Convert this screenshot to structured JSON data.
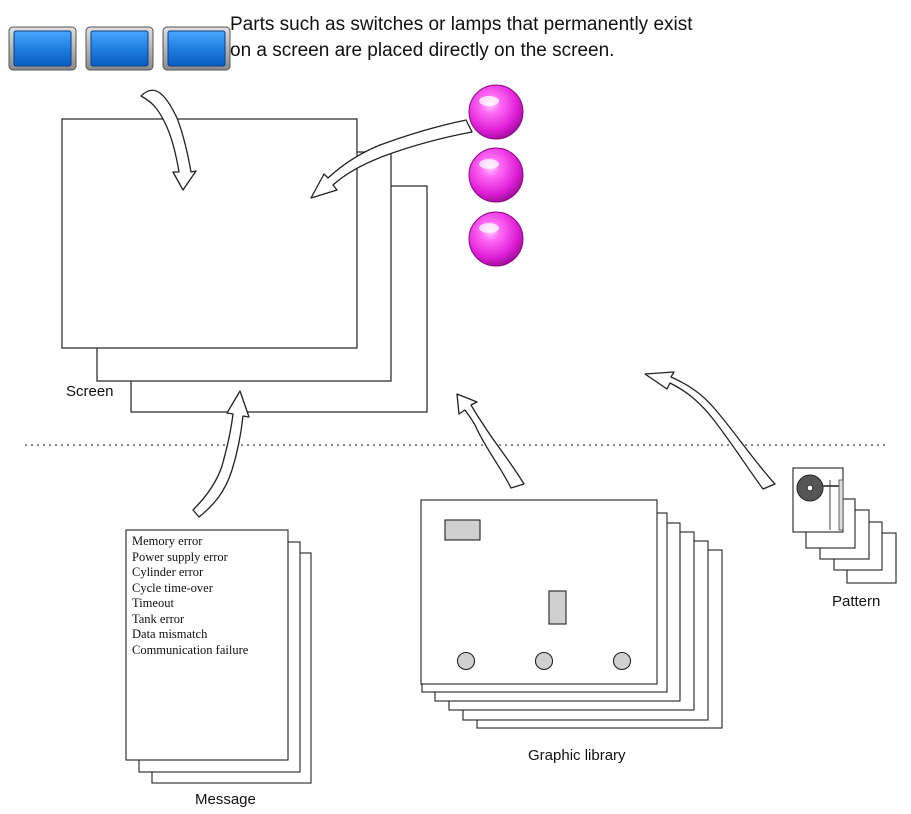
{
  "caption": {
    "line1": "Parts such as switches or lamps that permanently exist",
    "line2": "on a screen are placed directly on the screen."
  },
  "labels": {
    "screen": "Screen",
    "message": "Message",
    "graphic_library": "Graphic library",
    "pattern": "Pattern"
  },
  "message_items": [
    "Memory error",
    "Power supply error",
    "Cylinder error",
    "Cycle time-over",
    "Timeout",
    "Tank error",
    "Data mismatch",
    "Communication failure"
  ],
  "colors": {
    "switch_blue": "#1f7fe0",
    "lamp_magenta": "#e020d8"
  },
  "icons": {
    "switch": "rectangular-switch-icon",
    "lamp": "round-lamp-icon",
    "arrow": "curved-arrow-icon",
    "pattern": "turntable-pattern-icon"
  }
}
